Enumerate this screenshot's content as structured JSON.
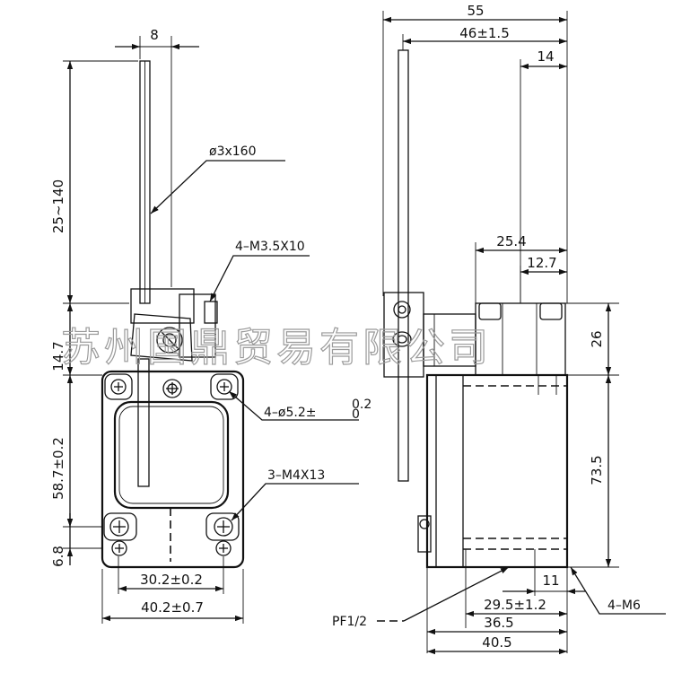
{
  "front_view": {
    "dim_lever_offset": "8",
    "dim_rod_spec": "ø3x160",
    "dim_rod_length": "25~140",
    "dim_cover_screws": "4–M3.5X10",
    "dim_head_height": "14.7",
    "dim_mount_holes": "4–ø5.2±",
    "dim_mount_holes_tol_upper": "0.2",
    "dim_mount_holes_tol_lower": "0",
    "dim_body_height": "58.7±0.2",
    "dim_base_offset": "6.8",
    "dim_terminal_screws": "3–M4X13",
    "dim_hole_pitch": "30.2±0.2",
    "dim_body_width": "40.2±0.7"
  },
  "side_view": {
    "dim_total_width": "55",
    "dim_lever_reach": "46±1.5",
    "dim_head_offset": "14",
    "dim_head_width": "25.4",
    "dim_head_inner": "12.7",
    "dim_head_height": "26",
    "dim_body_height": "73.5",
    "dim_conduit_offset": "11",
    "dim_conduit_pitch": "29.5±1.2",
    "dim_conduit_span": "36.5",
    "dim_base_width": "40.5",
    "dim_conduit_thread": "PF1/2",
    "dim_base_holes": "4–M6"
  },
  "watermark": "苏州国鼎贸易有限公司"
}
